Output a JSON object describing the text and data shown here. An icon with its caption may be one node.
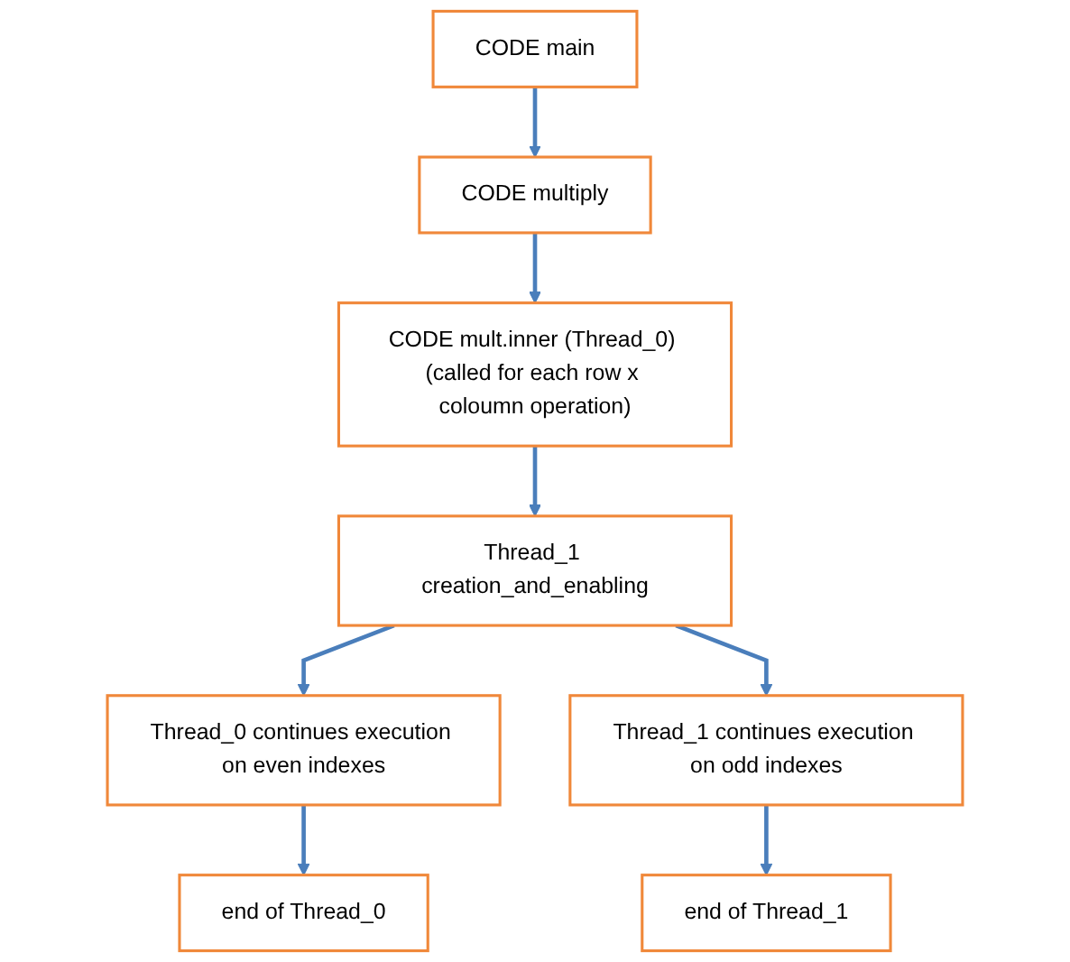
{
  "diagram": {
    "nodes": [
      {
        "text": [
          "CODE main"
        ]
      },
      {
        "text": [
          "CODE multiply"
        ]
      },
      {
        "text": [
          "CODE mult.inner (Thread_0) (called for each row x coloumn operation)"
        ]
      },
      {
        "text": [
          "Thread_1 creation_and_enabling"
        ]
      },
      {
        "text": [
          "Thread_0 continues execution on even indexes"
        ]
      },
      {
        "text": [
          "Thread_1 continues execution on odd indexes"
        ]
      },
      {
        "text": [
          "end of Thread_0"
        ]
      },
      {
        "text": [
          "end of Thread_1"
        ]
      }
    ],
    "edges": [
      {
        "from": 0,
        "to": 1,
        "arrow": "to"
      },
      {
        "from": 1,
        "to": 2,
        "arrow": "to"
      },
      {
        "from": 2,
        "to": 3,
        "arrow": "to"
      },
      {
        "from": 3,
        "to": 4,
        "arrow": "to"
      },
      {
        "from": 3,
        "to": 5,
        "arrow": "to"
      },
      {
        "from": 4,
        "to": 6,
        "arrow": "to"
      },
      {
        "from": 5,
        "to": 7,
        "arrow": "to"
      }
    ]
  }
}
